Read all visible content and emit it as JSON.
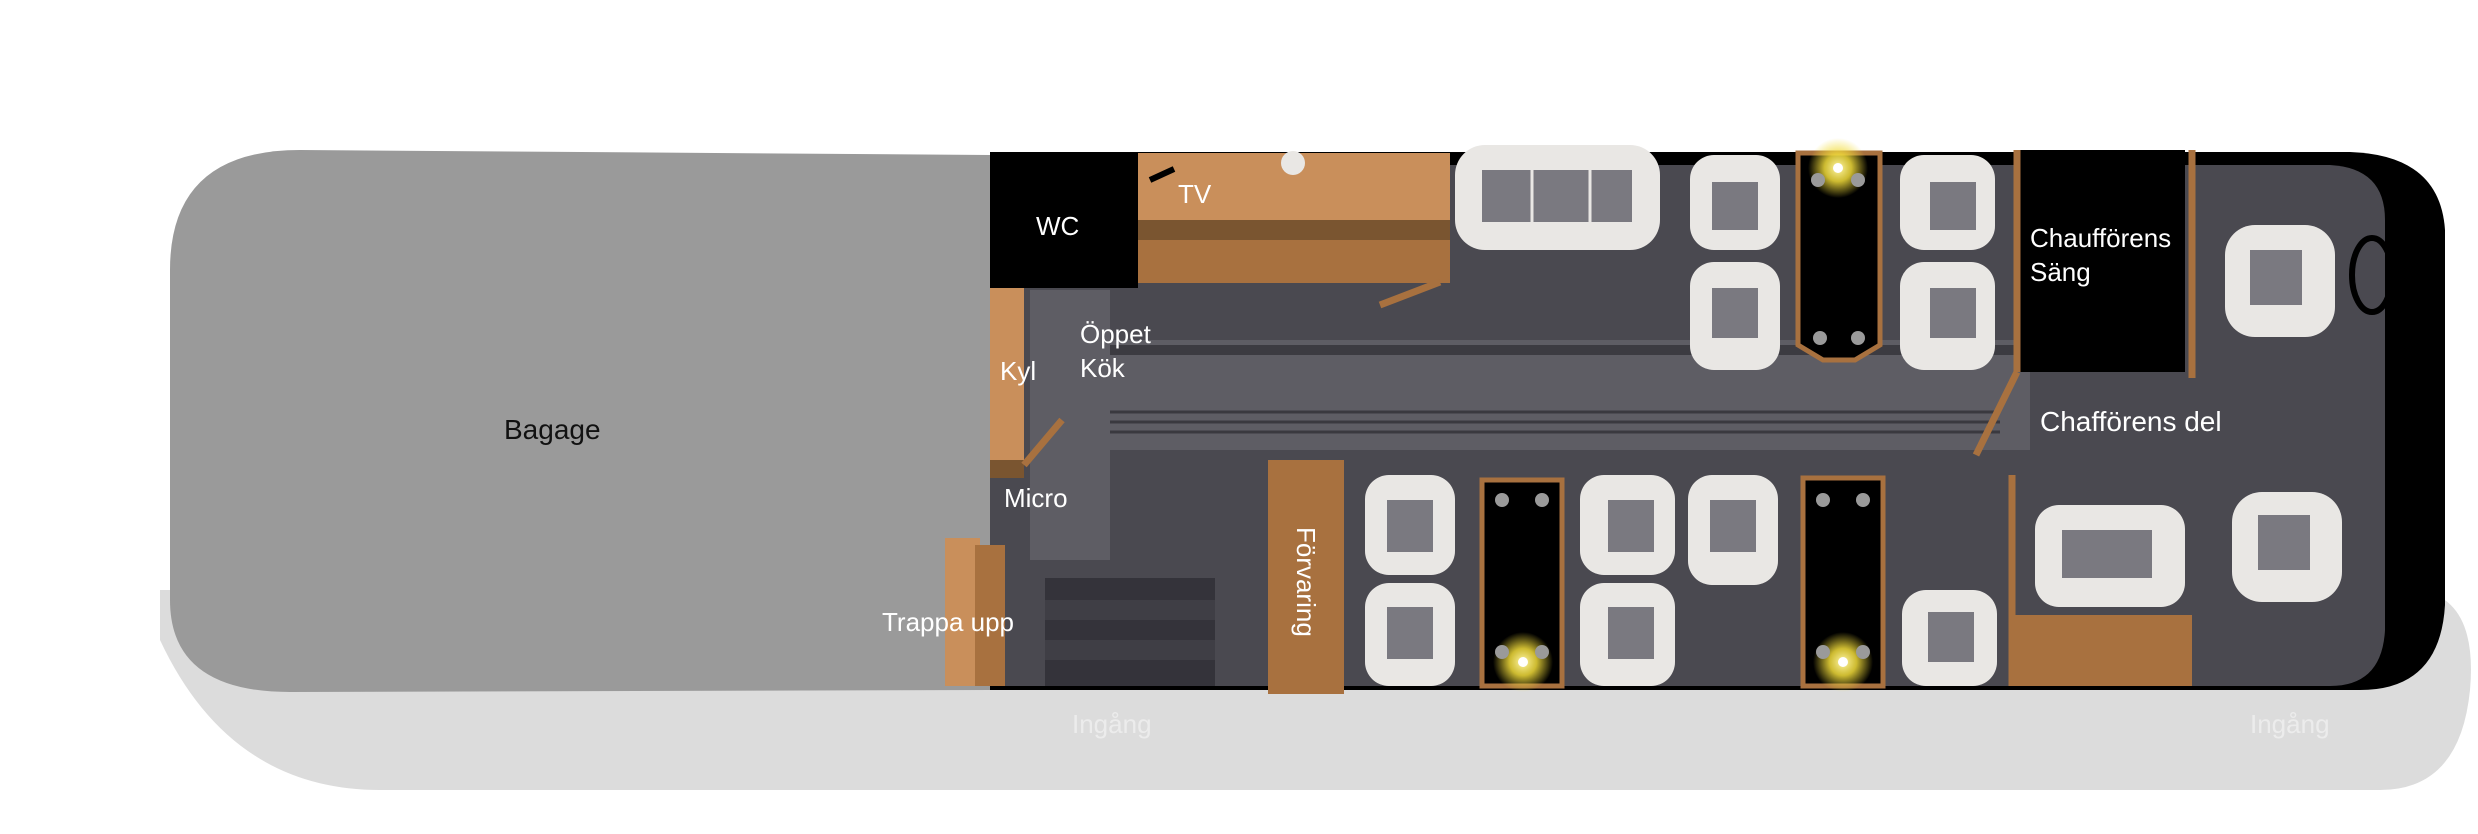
{
  "labels": {
    "bagage": "Bagage",
    "wc": "WC",
    "tv": "TV",
    "kyl": "Kyl",
    "oppet": "Öppet",
    "kok": "Kök",
    "micro": "Micro",
    "trappa_upp": "Trappa upp",
    "forvaring": "Förvaring",
    "chauffor_1": "Chaufförens",
    "chauffor_2": "Säng",
    "chaffor_del": "Chafförens del",
    "ingang_mid": "Ingång",
    "ingang_right": "Ingång"
  },
  "colors": {
    "bagage": "#9a9a9a",
    "shadow": "#dcdcdc",
    "body": "#4a4950",
    "aisle": "#5e5d64",
    "wood_light": "#c98f5b",
    "wood_dark": "#a8713f",
    "black": "#000000",
    "seat_frame": "#e9e7e4",
    "seat_cushion": "#7a7980",
    "lamp": "#f4e04d"
  }
}
